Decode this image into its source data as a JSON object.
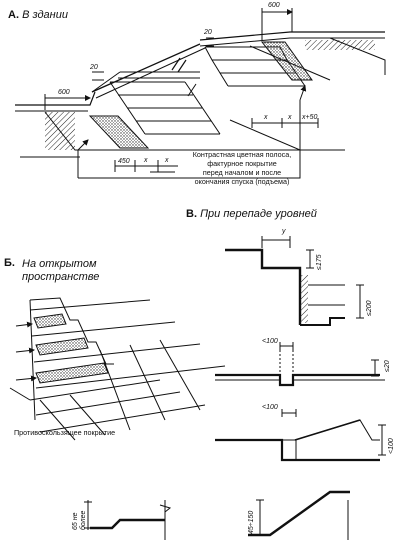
{
  "sections": {
    "a": {
      "letter": "А.",
      "title": "В здании"
    },
    "b": {
      "letter": "Б.",
      "title": "На открытом пространстве"
    },
    "v": {
      "letter": "В.",
      "title": "При перепаде уровней"
    }
  },
  "a_dims": {
    "top_600": "600",
    "top_20": "20",
    "mid_20": "20",
    "left_600": "600",
    "x1": "x",
    "x2": "x",
    "x3": "x+50",
    "bx1": "x",
    "bx2": "x",
    "b450": "450"
  },
  "a_note": {
    "line1": "Контрастная цветная полоса,",
    "line2": "фактурное покрытие",
    "line3": "перед началом и после",
    "line4": "окончания спуска (подъема)"
  },
  "b_label": "Противоскользящее покрытие",
  "b_dims": {
    "d65": "65 не",
    "d65b": "более"
  },
  "v_dims": {
    "y": "y",
    "d175": "≤175",
    "d200": "≤200",
    "lt100a": "<100",
    "d20": "≤20",
    "lt100b": "<100",
    "lt100c": "<100",
    "d45": "45÷150"
  }
}
